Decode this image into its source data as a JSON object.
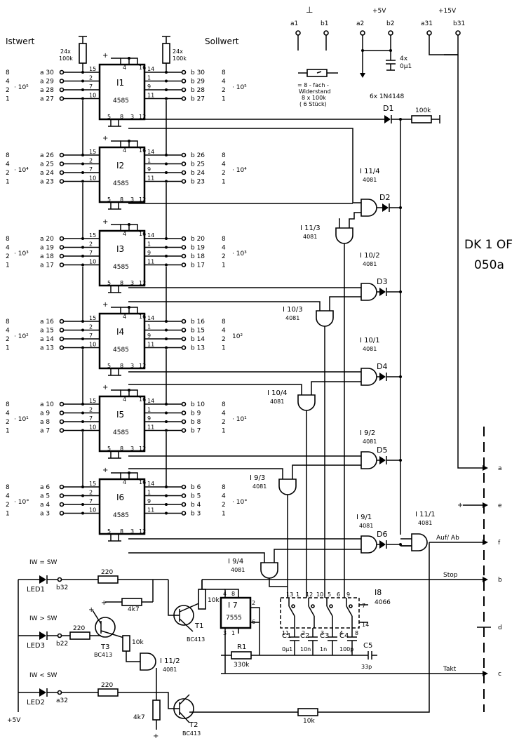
{
  "header": {
    "istwert": "Istwert",
    "sollwert": "Sollwert",
    "res_left": [
      "24x",
      "100k"
    ],
    "res_right": [
      "24x",
      "100k"
    ]
  },
  "connector_top": {
    "ground": "⊥",
    "v5": "+5V",
    "v15": "+15V",
    "pins": [
      "a1",
      "b1",
      "a2",
      "b2",
      "a31",
      "b31"
    ],
    "cap": [
      "4x",
      "0µ1"
    ],
    "legend": [
      "= 8 - fach -",
      "Widerstand",
      "8 x 100k",
      "( 6 Stück)"
    ],
    "diodes": "6x 1N4148"
  },
  "board": {
    "line1": "DK 1 OF",
    "line2": "050a"
  },
  "comparators": [
    {
      "name": "I1",
      "part": "4585",
      "a": [
        "a 30",
        "a 29",
        "a 28",
        "a 27"
      ],
      "b": [
        "b 30",
        "b 29",
        "b 28",
        "b 27"
      ],
      "pl": [
        "15",
        "2",
        "7",
        "10"
      ],
      "pr": [
        "14",
        "1",
        "9",
        "11"
      ],
      "exp": "· 10⁵",
      "top": [
        "4",
        "16"
      ],
      "bot": [
        "5",
        "8",
        "3",
        "12"
      ]
    },
    {
      "name": "I2",
      "part": "4585",
      "a": [
        "a 26",
        "a 25",
        "a 24",
        "a 23"
      ],
      "b": [
        "b 26",
        "b 25",
        "b 24",
        "b 23"
      ],
      "pl": [
        "15",
        "2",
        "7",
        "10"
      ],
      "pr": [
        "14",
        "1",
        "9",
        "11"
      ],
      "exp": "· 10⁴",
      "top": [
        "4",
        "16"
      ],
      "bot": [
        "5",
        "8",
        "3",
        "12"
      ]
    },
    {
      "name": "I3",
      "part": "4585",
      "a": [
        "a 20",
        "a 19",
        "a 18",
        "a 17"
      ],
      "b": [
        "b 20",
        "b 19",
        "b 18",
        "b 17"
      ],
      "pl": [
        "15",
        "2",
        "7",
        "10"
      ],
      "pr": [
        "14",
        "1",
        "9",
        "11"
      ],
      "exp": "· 10³",
      "top": [
        "4",
        "16"
      ],
      "bot": [
        "5",
        "8",
        "3",
        "12"
      ]
    },
    {
      "name": "I4",
      "part": "4585",
      "a": [
        "a 16",
        "a 15",
        "a 14",
        "a 13"
      ],
      "b": [
        "b 16",
        "b 15",
        "b 14",
        "b 13"
      ],
      "pl": [
        "15",
        "2",
        "7",
        "10"
      ],
      "pr": [
        "14",
        "1",
        "9",
        "11"
      ],
      "exp": "· 10²",
      "exp_right": "10²",
      "top": [
        "4",
        "16"
      ],
      "bot": [
        "5",
        "8",
        "3",
        "12"
      ]
    },
    {
      "name": "I5",
      "part": "4585",
      "a": [
        "a 10",
        "a 9",
        "a 8",
        "a 7"
      ],
      "b": [
        "b 10",
        "b 9",
        "b 8",
        "b 7"
      ],
      "pl": [
        "15",
        "2",
        "7",
        "10"
      ],
      "pr": [
        "14",
        "1",
        "9",
        "11"
      ],
      "exp": "· 10¹",
      "top": [
        "4",
        "16"
      ],
      "bot": [
        "5",
        "8",
        "3",
        "12"
      ]
    },
    {
      "name": "I6",
      "part": "4585",
      "a": [
        "a 6",
        "a 5",
        "a 4",
        "a 3"
      ],
      "b": [
        "b 6",
        "b 5",
        "b 4",
        "b 3"
      ],
      "pl": [
        "15",
        "2",
        "7",
        "10"
      ],
      "pr": [
        "14",
        "1",
        "9",
        "11"
      ],
      "exp": "· 10°",
      "top": [
        "4",
        "16"
      ],
      "bot": [
        "5",
        "8",
        "3",
        "12"
      ]
    }
  ],
  "weights": [
    "8",
    "4",
    "2",
    "1"
  ],
  "gates": {
    "i11_4": [
      "I 11/4",
      "4081"
    ],
    "i11_3": [
      "I 11/3",
      "4081"
    ],
    "i10_2": [
      "I 10/2",
      "4081"
    ],
    "i10_3": [
      "I 10/3",
      "4081"
    ],
    "i10_1": [
      "I 10/1",
      "4081"
    ],
    "i10_4": [
      "I 10/4",
      "4081"
    ],
    "i9_2": [
      "I 9/2",
      "4081"
    ],
    "i9_3": [
      "I 9/3",
      "4081"
    ],
    "i9_1": [
      "I 9/1",
      "4081"
    ],
    "i9_4": [
      "I 9/4",
      "4081"
    ],
    "i11_1": [
      "I 11/1",
      "4081"
    ],
    "i11_2": [
      "I 11/2",
      "4081"
    ]
  },
  "diodes": [
    "D1",
    "D2",
    "D3",
    "D4",
    "D5",
    "D6"
  ],
  "r100k": "100k",
  "outputs": {
    "auf_ab": "Auf/ Ab",
    "stop": "Stop",
    "takt": "Takt",
    "plus": "+"
  },
  "edge_pins": [
    "a",
    "e",
    "f",
    "b",
    "d",
    "c"
  ],
  "leds": [
    {
      "cond": "IW = SW",
      "name": "LED1",
      "pin": "b32"
    },
    {
      "cond": "IW > SW",
      "name": "LED3",
      "pin": "b22"
    },
    {
      "cond": "IW < SW",
      "name": "LED2",
      "pin": "a32"
    }
  ],
  "supply": "+5V",
  "resistors": {
    "r220": "220",
    "r4k7": "4k7",
    "r10k": "10k",
    "r330k": "330k",
    "r1": "R1"
  },
  "transistors": [
    {
      "name": "T1",
      "type": "BC413"
    },
    {
      "name": "T3",
      "type": "BC413"
    },
    {
      "name": "T2",
      "type": "BC413"
    }
  ],
  "timer": {
    "name": "I 7",
    "part": "7555",
    "pins": [
      "4",
      "8",
      "2",
      "6",
      "3",
      "1"
    ]
  },
  "switch_ic": {
    "name": "I8",
    "part": "4066",
    "pins": [
      "13",
      "1",
      "12",
      "10",
      "5",
      "6",
      "9",
      "7",
      "14",
      "2",
      "3",
      "4",
      "11",
      "8"
    ]
  },
  "caps": [
    {
      "name": "C1",
      "value": "0µ1"
    },
    {
      "name": "C2",
      "value": "10n"
    },
    {
      "name": "C3",
      "value": "1n"
    },
    {
      "name": "C4",
      "value": "100p"
    },
    {
      "name": "C5",
      "value": "33p"
    }
  ]
}
